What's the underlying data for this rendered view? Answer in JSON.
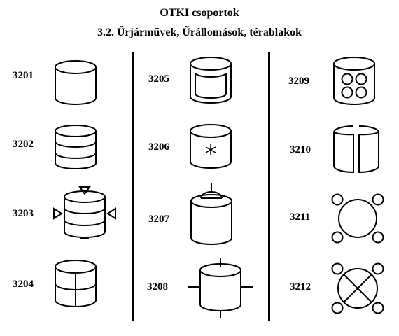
{
  "header": {
    "title": "OTKI csoportok",
    "subtitle": "3.2. Űrjárművek, Űrállomások, térablakok"
  },
  "symbols": [
    {
      "code": "3201",
      "icon": "plain-cylinder"
    },
    {
      "code": "3202",
      "icon": "cylinder-with-three-bands"
    },
    {
      "code": "3203",
      "icon": "cylinder-with-bands-and-triangles"
    },
    {
      "code": "3204",
      "icon": "cylinder-divided-into-quarters"
    },
    {
      "code": "3205",
      "icon": "cylinder-with-inner-frame"
    },
    {
      "code": "3206",
      "icon": "cylinder-with-asterisk"
    },
    {
      "code": "3207",
      "icon": "cylinder-with-dome-and-antenna"
    },
    {
      "code": "3208",
      "icon": "cylinder-with-cross-axes"
    },
    {
      "code": "3209",
      "icon": "cylinder-with-four-circles"
    },
    {
      "code": "3210",
      "icon": "split-cylinder"
    },
    {
      "code": "3211",
      "icon": "circle-with-four-satellites"
    },
    {
      "code": "3212",
      "icon": "crossed-circle-with-four-satellites"
    }
  ]
}
